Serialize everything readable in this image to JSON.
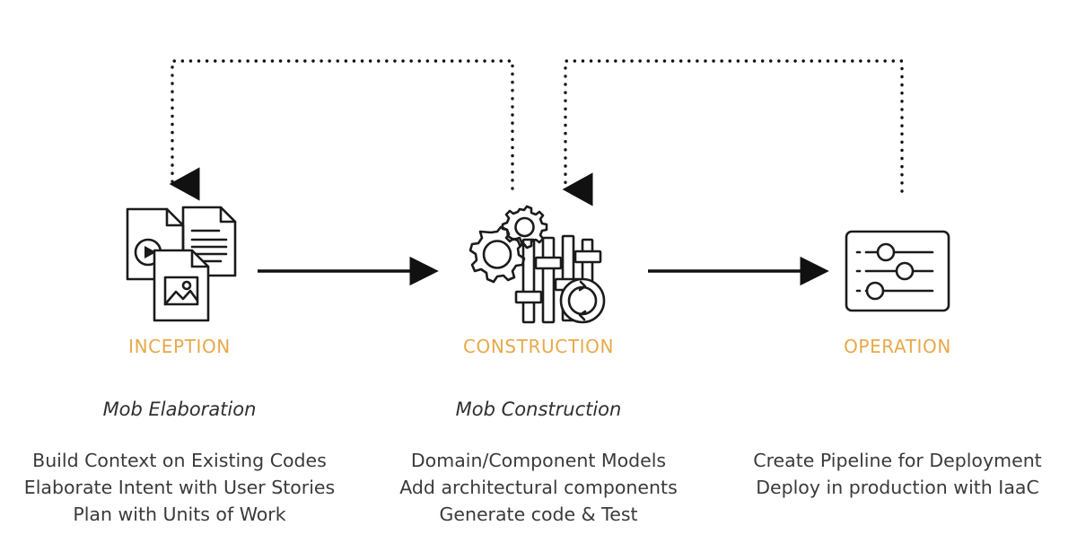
{
  "diagram": {
    "title_present": false,
    "accent_color": "#e9a84a",
    "text_color": "#3a3a3a",
    "line_color": "#111111",
    "background": "#ffffff",
    "stages": [
      {
        "id": "inception",
        "label": "INCEPTION",
        "subtitle": "Mob Elaboration",
        "icon": "documents-media-icon",
        "bullets": [
          "Build Context on Existing Codes",
          "Elaborate Intent with User Stories",
          "Plan with Units of Work"
        ]
      },
      {
        "id": "construction",
        "label": "CONSTRUCTION",
        "subtitle": "Mob Construction",
        "icon": "gears-sliders-refresh-icon",
        "bullets": [
          "Domain/Component Models",
          "Add architectural components",
          "Generate code & Test"
        ]
      },
      {
        "id": "operation",
        "label": "OPERATION",
        "subtitle": "",
        "icon": "control-panel-sliders-icon",
        "bullets": [
          "Create Pipeline for Deployment",
          "Deploy in production with IaaC"
        ]
      }
    ],
    "connectors": [
      {
        "id": "forward-inception-to-construction",
        "type": "solid-arrow",
        "direction": "right",
        "from": "inception",
        "to": "construction"
      },
      {
        "id": "forward-construction-to-operation",
        "type": "solid-arrow",
        "direction": "right",
        "from": "construction",
        "to": "operation"
      },
      {
        "id": "feedback-construction-to-inception",
        "type": "dotted-arrow",
        "direction": "left",
        "from": "construction",
        "to": "inception"
      },
      {
        "id": "feedback-operation-to-construction",
        "type": "dotted-arrow",
        "direction": "left",
        "from": "operation",
        "to": "construction"
      }
    ]
  }
}
